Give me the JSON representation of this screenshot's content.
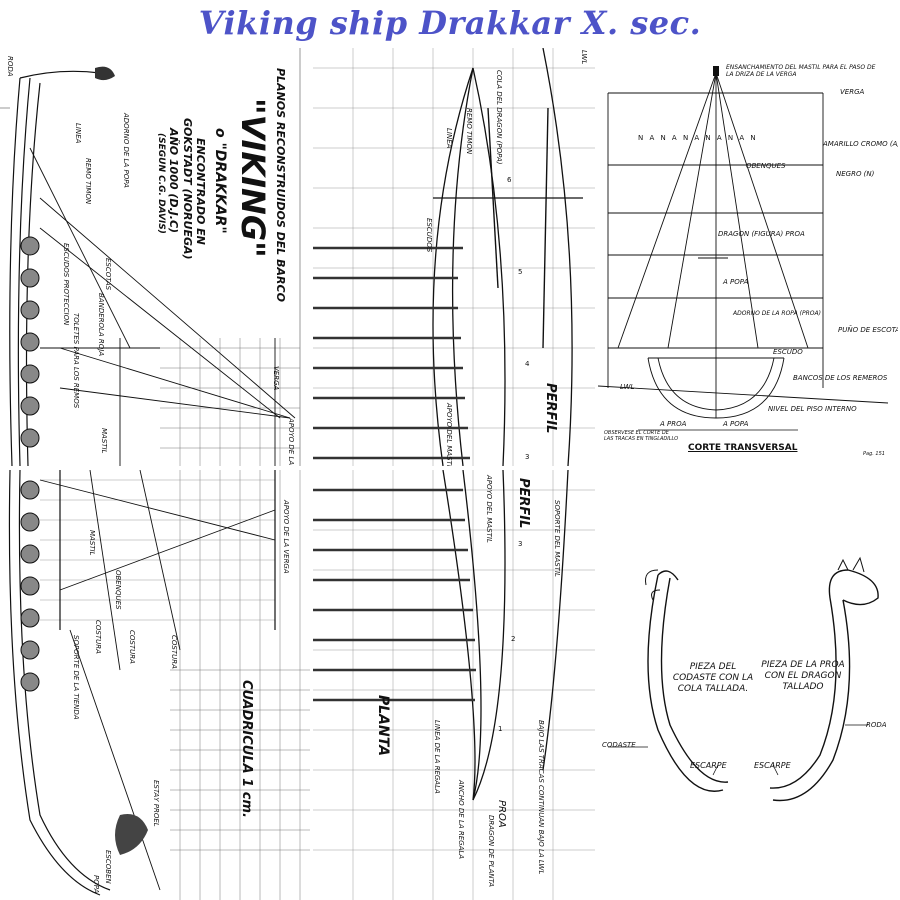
{
  "title": "Viking ship Drakkar X. sec.",
  "sheet1": {
    "heading_1": "PLANOS RECONSTRUIDOS DEL BARCO",
    "heading_2": "\"VIKING\"",
    "heading_3": "o \"DRAKKAR\"",
    "heading_4": "ENCONTRADO EN",
    "heading_5": "GOKSTADT (NORUEGA)",
    "heading_6": "AÑO 1000 (D.J.C)",
    "heading_7": "(SEGUN C.G. DAVIS)",
    "labels": {
      "roda": "RODA",
      "adorno_popa": "ADORNO DE LA POPA",
      "remo_timon": "REMO TIMON",
      "linea": "LINEA",
      "escotas": "ESCOTAS",
      "escudos": "ESCUDOS PROTECCION",
      "toletes": "TOLETES PARA LOS REMOS",
      "banderola": "BANDEROLA ROJA",
      "mastil": "MASTIL",
      "verga": "VERGA",
      "apoyo": "APOYO DE LA VERGA"
    }
  },
  "sheet2": {
    "labels": {
      "mastil": "MASTIL",
      "apoyo_verga": "APOYO DE LA VERGA",
      "obenques": "OBENQUES",
      "costura": "COSTURA",
      "soporte": "SOPORTE DE LA TIENDA",
      "estay": "ESTAY PROEL",
      "escoben": "ESCOBEN",
      "popa": "POPA",
      "cuadricula": "CUADRICULA 1 cm."
    }
  },
  "sheet3": {
    "perfil": "PERFIL",
    "labels": {
      "cola_dragon": "COLA DEL DRAGON (POPA)",
      "remo_timon": "REMO TIMON",
      "linea": "LINEA",
      "escudos": "ESCUDOS",
      "apoyo": "APOYO DEL MASTIL",
      "lwl": "LWL"
    },
    "stations": [
      "6",
      "5",
      "4",
      "3"
    ]
  },
  "sheet4": {
    "perfil": "PERFIL",
    "planta": "PLANTA",
    "proa": "PROA",
    "labels": {
      "apoyo": "APOYO DEL MASTIL",
      "linea_regala": "LINEA DE LA REGALA",
      "ancho_regala": "ANCHO DE LA REGALA",
      "dragon_proa": "DRAGON DE PLANTA",
      "soporte": "SOPORTE DEL MASTIL",
      "bajo": "BAJO LAS TRACAS CONTINUAN BAJO LA LWL"
    },
    "stations": [
      "3",
      "2",
      "1"
    ]
  },
  "section": {
    "heading": "CORTE TRANSVERSAL",
    "page_no": "Pag. 151",
    "labels": {
      "ensanch": "ENSANCHAMIENTO DEL MASTIL PARA EL PASO DE LA DRIZA DE LA VERGA",
      "verga": "VERGA",
      "amarillo": "AMARILLO CROMO (A)",
      "negro": "NEGRO (N)",
      "obenques": "OBENQUES",
      "dragon": "DRAGON (FIGURA) PROA",
      "a_popa": "A POPA",
      "adorno": "ADORNO DE LA ROPA (PROA)",
      "puno": "PUÑO DE ESCOTA",
      "escudo": "ESCUDO",
      "bancos": "BANCOS DE LOS REMEROS",
      "lwl": "LWL",
      "nivel": "NIVEL DEL PISO INTERNO",
      "a_proa": "A PROA",
      "a_popa2": "A POPA",
      "obs": "OBSERVESE EL CORTE DE LAS TRACAS EN TINGLADILLO"
    },
    "sail_letters": "N A N A N A N A N A N"
  },
  "pieces": {
    "left_text": "PIEZA DEL CODASTE CON LA COLA TALLADA.",
    "right_text": "PIEZA DE LA PROA CON EL DRAGON TALLADO",
    "codaste": "CODASTE",
    "roda": "RODA",
    "escarpe1": "ESCARPE",
    "escarpe2": "ESCARPE"
  }
}
